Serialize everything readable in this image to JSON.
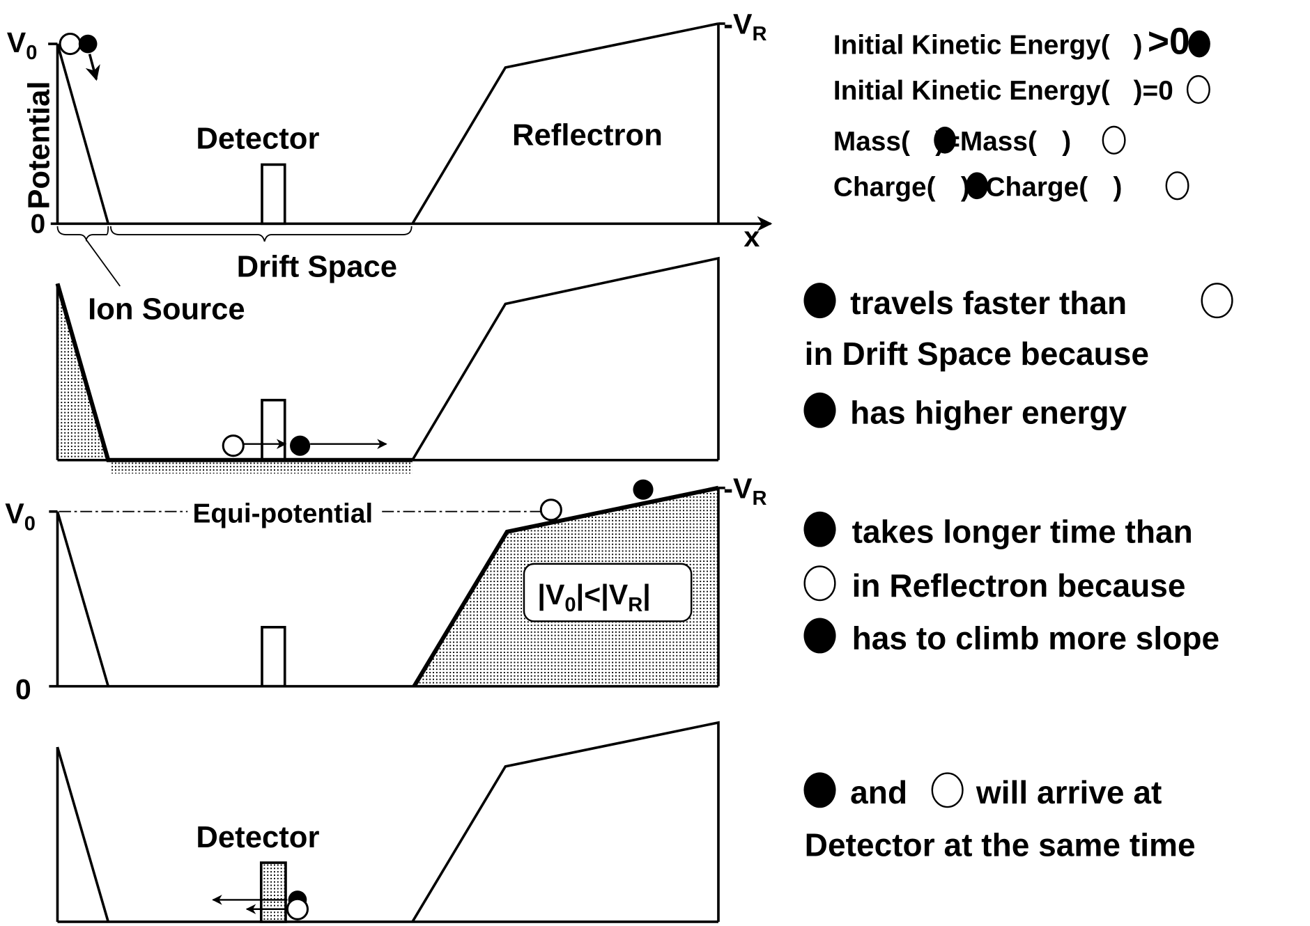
{
  "diagram": {
    "panel1": {
      "y_axis_label": "Potential",
      "v0_label": "V",
      "v0_sub": "0",
      "zero_label": "0",
      "vr_label": "-V",
      "vr_sub": "R",
      "x_axis_label": "x",
      "detector_label": "Detector",
      "reflectron_label": "Reflectron",
      "drift_space_label": "Drift Space",
      "ion_source_label": "Ion Source"
    },
    "panel3": {
      "v0_label": "V",
      "v0_sub": "0",
      "zero_label": "0",
      "vr_label": "-V",
      "vr_sub": "R",
      "equipotential_label": "Equi-potential",
      "inequality_parts": [
        "|V",
        "0",
        "|<|V",
        "R",
        "|"
      ]
    },
    "panel4": {
      "detector_label": "Detector"
    },
    "conditions": [
      {
        "pre": "Initial Kinetic Energy(",
        "ion": "filled",
        "post": ") >0"
      },
      {
        "pre": "Initial Kinetic Energy(",
        "ion": "open",
        "post": ")=0"
      },
      {
        "pre": "Mass(",
        "ion": "filled",
        "mid": ")=Mass(",
        "ion2": "open",
        "post": ")"
      },
      {
        "pre": "Charge(",
        "ion": "filled",
        "mid": ")=Charge(",
        "ion2": "open",
        "post": ")"
      }
    ],
    "explanation2": [
      "travels faster than",
      "in Drift Space because",
      "has higher energy"
    ],
    "explanation3": [
      "takes longer time than",
      "in Reflectron because",
      "has to climb more slope"
    ],
    "explanation4": [
      "and",
      "will arrive at",
      "Detector at the same time"
    ]
  }
}
